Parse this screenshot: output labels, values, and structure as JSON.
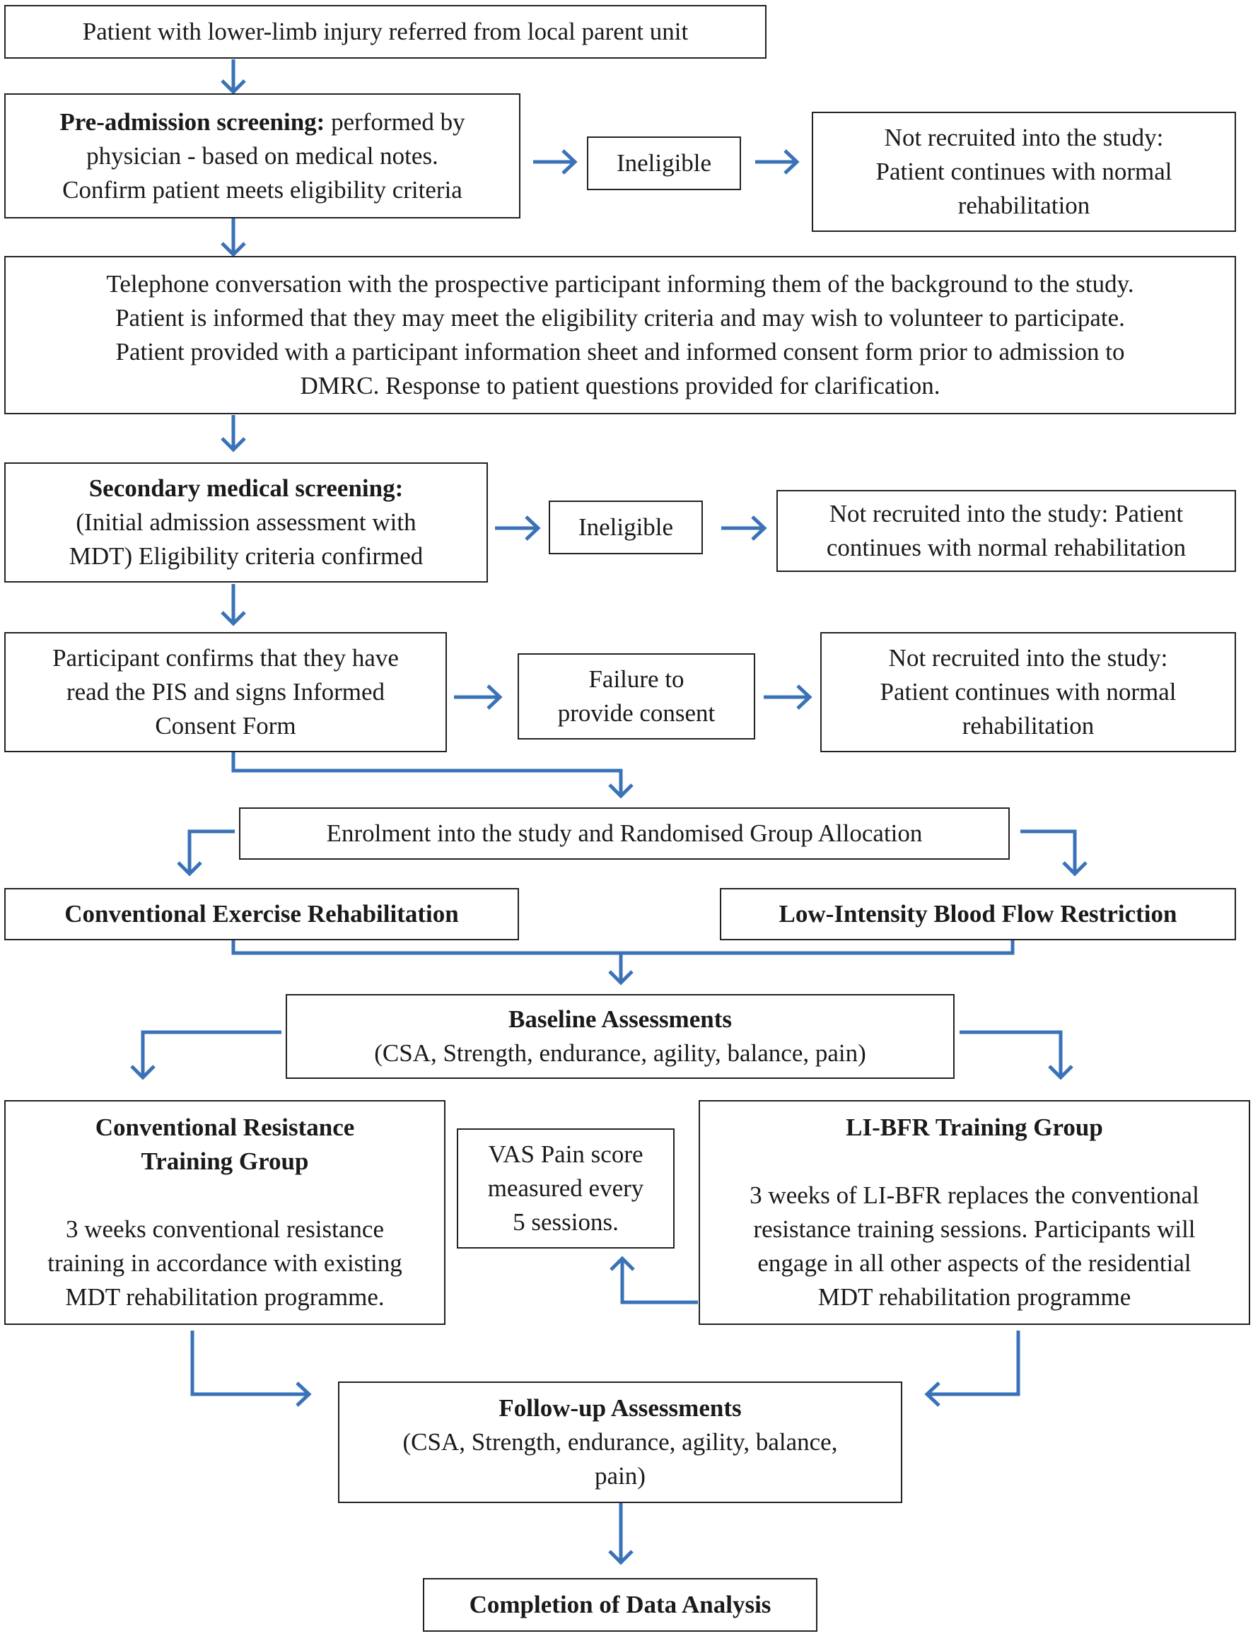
{
  "referral": {
    "lines": [
      "Patient with lower-limb injury referred from local parent unit"
    ]
  },
  "pre_admission": {
    "heading": "Pre-admission screening:",
    "line1_rest": " performed by",
    "lines": [
      "physician - based on medical notes.",
      "Confirm patient meets eligibility criteria"
    ]
  },
  "ineligible_1": {
    "label": "Ineligible"
  },
  "not_recruited_1": {
    "lines": [
      "Not recruited into the study:",
      "Patient continues with normal",
      "rehabilitation"
    ]
  },
  "telephone": {
    "lines": [
      "Telephone conversation with the prospective participant informing them of the background to the study.",
      "Patient is informed that they may meet the eligibility criteria and may wish  to volunteer to participate.",
      "Patient provided with a participant information sheet and informed consent form prior to admission to",
      "DMRC. Response to patient questions provided for clarification."
    ]
  },
  "secondary": {
    "heading": "Secondary medical screening:",
    "lines": [
      "(Initial admission assessment with",
      "MDT) Eligibility criteria confirmed"
    ]
  },
  "ineligible_2": {
    "label": "Ineligible"
  },
  "not_recruited_2": {
    "lines": [
      "Not recruited into the study: Patient",
      "continues with normal rehabilitation"
    ]
  },
  "consent": {
    "lines": [
      "Participant confirms that they have",
      "read the PIS and signs Informed",
      "Consent Form"
    ]
  },
  "failure": {
    "lines": [
      "Failure to",
      "provide consent"
    ]
  },
  "not_recruited_3": {
    "lines": [
      "Not recruited into the study:",
      "Patient continues with normal",
      "rehabilitation"
    ]
  },
  "enrolment": {
    "label": "Enrolment into the study and Randomised Group Allocation"
  },
  "conventional_exercise": {
    "label": "Conventional Exercise Rehabilitation"
  },
  "li_bfr": {
    "label": "Low-Intensity Blood Flow Restriction"
  },
  "baseline": {
    "heading": "Baseline Assessments",
    "lines": [
      "(CSA, Strength, endurance, agility, balance, pain)"
    ]
  },
  "conventional_group": {
    "heading_lines": [
      "Conventional Resistance",
      "Training Group"
    ],
    "lines": [
      "3 weeks conventional resistance",
      "training in accordance with existing",
      "MDT rehabilitation programme."
    ]
  },
  "vas": {
    "lines": [
      "VAS Pain score",
      "measured every",
      "5 sessions."
    ]
  },
  "libfr_group": {
    "heading": "LI-BFR Training Group",
    "lines": [
      "3 weeks of LI-BFR replaces the conventional",
      "resistance training sessions. Participants will",
      "engage in all other aspects of the residential",
      "MDT rehabilitation programme"
    ]
  },
  "followup": {
    "heading": "Follow-up Assessments",
    "lines": [
      "(CSA, Strength, endurance, agility, balance,",
      "pain)"
    ]
  },
  "completion": {
    "label": "Completion of Data Analysis"
  },
  "colors": {
    "arrow": "#3a72b8",
    "border": "#222222"
  }
}
